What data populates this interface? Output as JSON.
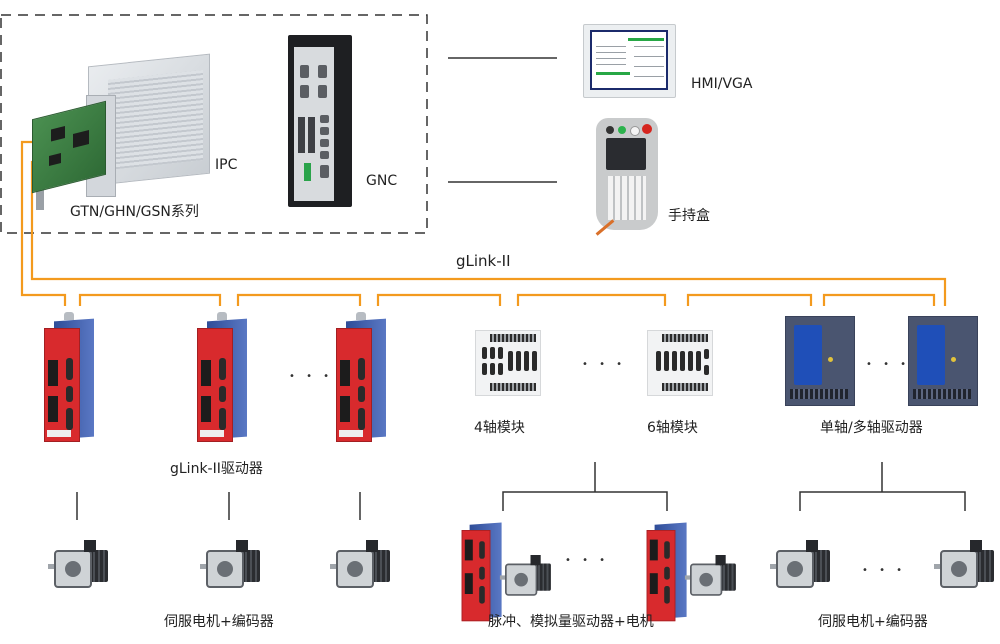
{
  "colors": {
    "glink_bus": "#F39A1E",
    "plain_wire": "#333333",
    "dashed_frame": "#333333"
  },
  "controller_group": {
    "ipc_label": "IPC",
    "card_label": "GTN/GHN/GSN系列",
    "gnc_label": "GNC"
  },
  "peripherals": {
    "hmi_label": "HMI/VGA",
    "pendant_label": "手持盒"
  },
  "bus": {
    "label": "gLink-II"
  },
  "row1": {
    "glink_drivers_label": "gLink-II驱动器",
    "module4_label": "4轴模块",
    "module6_label": "6轴模块",
    "multi_axis_label": "单轴/多轴驱动器",
    "ellipsis": "• • •"
  },
  "row2": {
    "servo_motor_label_left": "伺服电机+编码器",
    "pulse_analog_label": "脉冲、模拟量驱动器+电机",
    "servo_motor_label_right": "伺服电机+编码器",
    "ellipsis": "• • •"
  }
}
